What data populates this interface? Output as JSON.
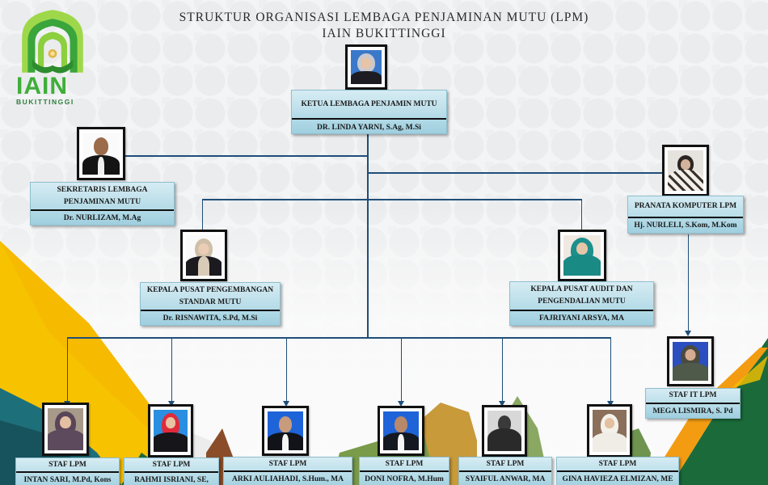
{
  "title": {
    "line1": "STRUKTUR ORGANISASI LEMBAGA PENJAMINAN MUTU (LPM)",
    "line2": "IAIN BUKITTINGGI"
  },
  "logo": {
    "name": "IAIN",
    "subtitle": "BUKITTINGGI"
  },
  "colors": {
    "connector": "#1f4e79",
    "box_top": "#d6ecf3",
    "box_bottom": "#9fcfdf",
    "accent_yellow": "#f7c200",
    "accent_orange": "#f39c12",
    "accent_teal": "#1d6f7a",
    "accent_green": "#1b6b3a"
  },
  "ketua": {
    "role": "KETUA LEMBAGA PENJAMIN MUTU",
    "name": "DR. LINDA YARNI, S.Ag, M.Si"
  },
  "sekretaris": {
    "role_line1": "SEKRETARIS LEMBAGA",
    "role_line2": "PENJAMINAN MUTU",
    "name": "Dr. NURLIZAM, M.Ag"
  },
  "pranata": {
    "role": "PRANATA KOMPUTER LPM",
    "name": "Hj. NURLELI, S.Kom, M.Kom"
  },
  "kapus_standar": {
    "role_line1": "KEPALA PUSAT PENGEMBANGAN",
    "role_line2": "STANDAR MUTU",
    "name": "Dr. RISNAWITA, S.Pd, M.Si"
  },
  "kapus_audit": {
    "role_line1": "KEPALA PUSAT AUDIT DAN",
    "role_line2": "PENGENDALIAN MUTU",
    "name": "FAJRIYANI ARSYA, MA"
  },
  "staf_it": {
    "role": "STAF IT LPM",
    "name": "MEGA LISMIRA, S. Pd"
  },
  "staf": [
    {
      "role": "STAF LPM",
      "name": "INTAN SARI, M.Pd, Kons"
    },
    {
      "role": "STAF LPM",
      "name": "RAHMI ISRIANI, SE,"
    },
    {
      "role": "STAF LPM",
      "name": "ARKI AULIAHADI, S.Hum., MA"
    },
    {
      "role": "STAF LPM",
      "name": "DONI NOFRA, M.Hum"
    },
    {
      "role": "STAF LPM",
      "name": "SYAIFUL ANWAR, MA"
    },
    {
      "role": "STAF LPM",
      "name": "GINA HAVIEZA ELMIZAN, ME"
    }
  ]
}
